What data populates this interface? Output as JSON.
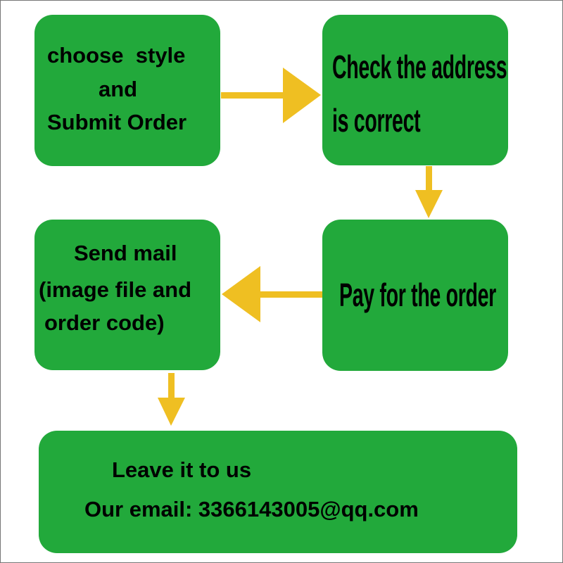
{
  "colors": {
    "box": "#22a93b",
    "arrow": "#efbf22",
    "text": "#000000"
  },
  "steps": [
    {
      "lines": [
        "choose  style",
        "and",
        "Submit Order"
      ]
    },
    {
      "lines": [
        "Check the address",
        "is correct"
      ]
    },
    {
      "lines": [
        "Pay for the order"
      ]
    },
    {
      "lines": [
        "Send mail",
        "(image file and",
        "order code)"
      ]
    },
    {
      "lines": [
        "Leave it to us",
        "Our email: 3366143005@qq.com"
      ]
    }
  ]
}
